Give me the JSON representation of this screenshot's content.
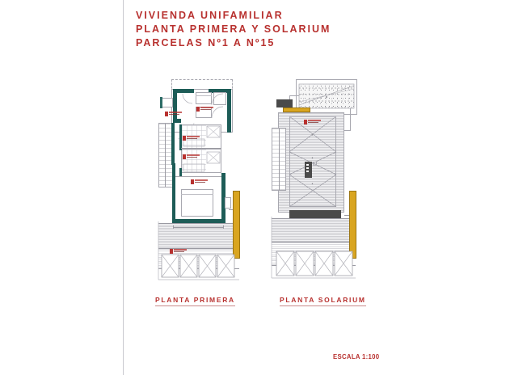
{
  "sheet": {
    "background_color": "#ffffff",
    "border_color": "#c9c9cf"
  },
  "title_block": {
    "accent_color": "#b8312f",
    "lines": [
      "VIVIENDA UNIFAMILIAR",
      "PLANTA PRIMERA Y SOLARIUM",
      "PARCELAS Nº1 A Nº15"
    ]
  },
  "drawings": [
    {
      "id": "planta-primera",
      "caption": "PLANTA PRIMERA",
      "type": "floor-plan",
      "wall_color": "#1d5c57",
      "label_color": "#b8312f",
      "accent_color": "#d9a520",
      "features": [
        "perimeter-walls",
        "interior-partitions",
        "staircase",
        "bedroom-furniture",
        "bathroom-fixtures",
        "terrace-paving",
        "parking-bays"
      ],
      "parking_bay_count": 4,
      "room_tag_count": 6
    },
    {
      "id": "planta-solarium",
      "caption": "PLANTA SOLARIUM",
      "type": "roof-plan",
      "wall_color": "#1d5c57",
      "label_color": "#b8312f",
      "accent_color": "#d9a520",
      "features": [
        "hipped-roof-drainage-lines",
        "gravel-texture-zone",
        "staircase",
        "mechanical-block",
        "parapet-band",
        "terrace-paving",
        "parking-bays"
      ],
      "parking_bay_count": 4,
      "room_tag_count": 1
    }
  ],
  "scale_note": "ESCALA 1:100"
}
